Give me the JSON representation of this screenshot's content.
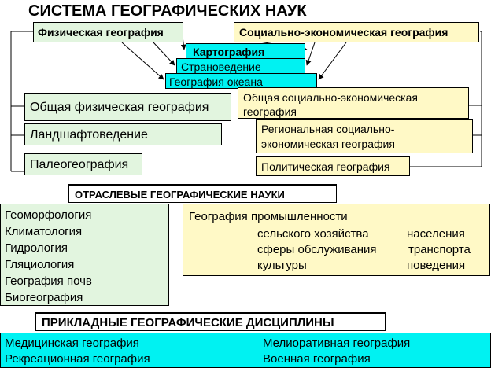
{
  "title": "СИСТЕМА ГЕОГРАФИЧЕСКИХ НАУК",
  "physical": {
    "header": "Физическая география",
    "items": [
      "Общая физическая география",
      "Ландшафтоведение",
      "Палеогеография"
    ]
  },
  "socio": {
    "header": "Социально-экономическая география",
    "items": [
      [
        "Общая социально-экономическая",
        "география"
      ],
      [
        "Региональная социально-",
        "экономическая география"
      ],
      [
        "Политическая география"
      ]
    ]
  },
  "shared": [
    "Картография",
    "Страноведение",
    "География океана"
  ],
  "branch": {
    "header": "ОТРАСЛЕВЫЕ ГЕОГРАФИЧЕСКИЕ НАУКИ",
    "physical": [
      "Геоморфология",
      "Климатология",
      "Гидрология",
      "Гляциология",
      "География почв",
      "Биогеография"
    ],
    "socio": {
      "lead": "География промышленности",
      "col1": [
        "сельского хозяйства",
        "сферы обслуживания",
        "культуры"
      ],
      "col2": [
        "населения",
        "транспорта",
        "поведения"
      ]
    }
  },
  "applied": {
    "header": "ПРИКЛАДНЫЕ ГЕОГРАФИЧЕСКИЕ ДИСЦИПЛИНЫ",
    "col1": [
      "Медицинская география",
      "Рекреационная география"
    ],
    "col2": [
      "Мелиоративная география",
      "Военная география"
    ]
  },
  "colors": {
    "green": "#e2f5df",
    "yellow": "#fff9c6",
    "cyan": "#00f2f2"
  }
}
